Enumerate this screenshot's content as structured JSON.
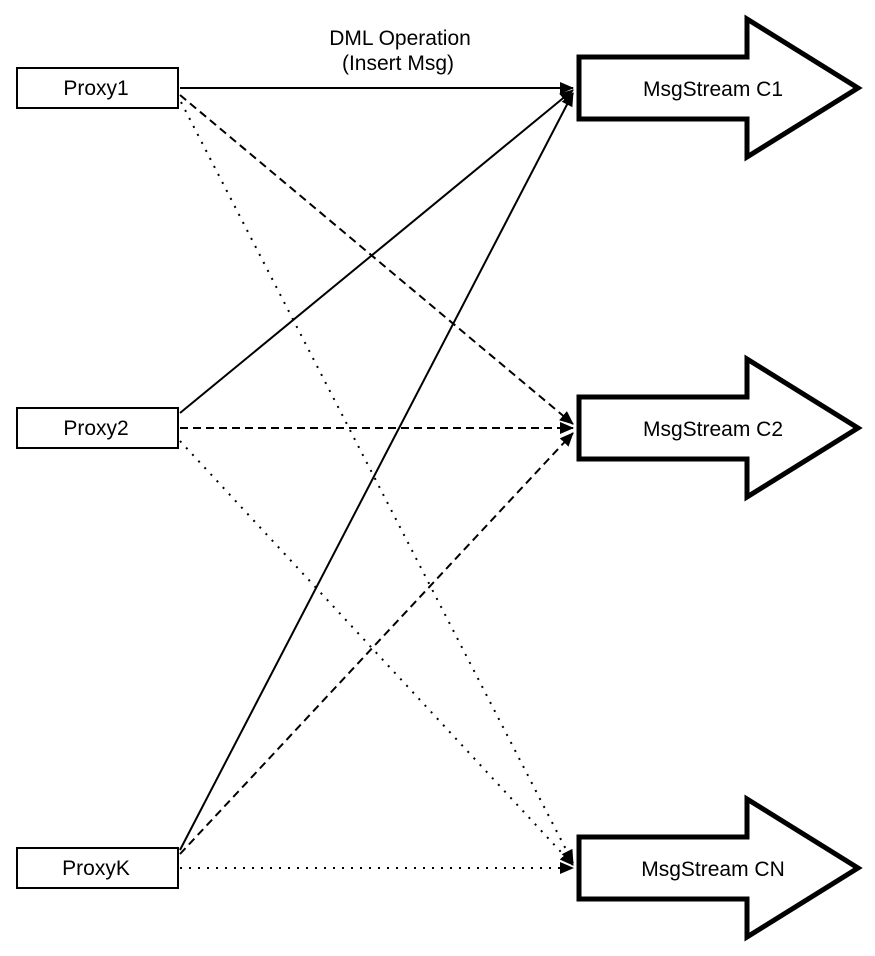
{
  "diagram": {
    "edge_label": {
      "line1": "DML Operation",
      "line2": "(Insert Msg)"
    },
    "proxies": [
      {
        "id": "proxy1",
        "label": "Proxy1"
      },
      {
        "id": "proxy2",
        "label": "Proxy2"
      },
      {
        "id": "proxyK",
        "label": "ProxyK"
      }
    ],
    "streams": [
      {
        "id": "c1",
        "label": "MsgStream C1"
      },
      {
        "id": "c2",
        "label": "MsgStream C2"
      },
      {
        "id": "cn",
        "label": "MsgStream CN"
      }
    ],
    "edges": [
      {
        "from": "Proxy1",
        "to": "MsgStream C1",
        "style": "solid",
        "label": "DML Operation (Insert Msg)"
      },
      {
        "from": "Proxy2",
        "to": "MsgStream C1",
        "style": "solid"
      },
      {
        "from": "ProxyK",
        "to": "MsgStream C1",
        "style": "solid"
      },
      {
        "from": "Proxy1",
        "to": "MsgStream C2",
        "style": "dashed"
      },
      {
        "from": "Proxy2",
        "to": "MsgStream C2",
        "style": "dashed"
      },
      {
        "from": "ProxyK",
        "to": "MsgStream C2",
        "style": "dashed"
      },
      {
        "from": "Proxy1",
        "to": "MsgStream CN",
        "style": "dotted"
      },
      {
        "from": "Proxy2",
        "to": "MsgStream CN",
        "style": "dotted"
      },
      {
        "from": "ProxyK",
        "to": "MsgStream CN",
        "style": "dotted"
      }
    ],
    "colors": {
      "stroke": "#000000",
      "fill": "#ffffff",
      "background": "#ffffff"
    }
  }
}
